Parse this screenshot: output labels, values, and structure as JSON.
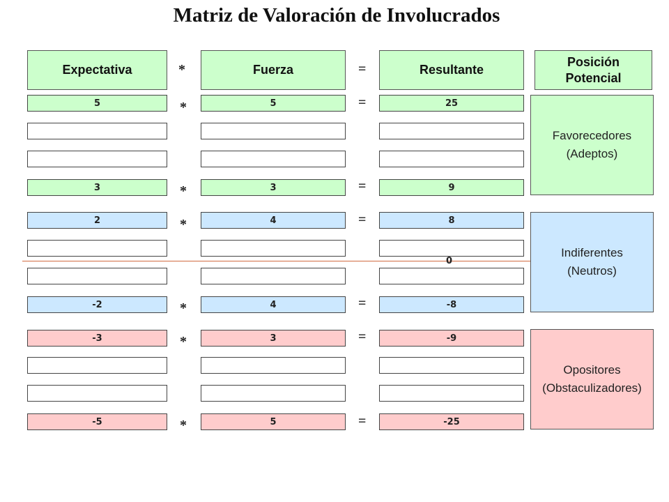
{
  "title": "Matriz de Valoración de Involucrados",
  "headers": {
    "expectativa": "Expectativa",
    "fuerza": "Fuerza",
    "resultante": "Resultante",
    "posicion_line1": "Posición",
    "posicion_line2": "Potencial",
    "mult_symbol": "*",
    "eq_symbol": "="
  },
  "rows": [
    {
      "expectativa": "5",
      "fuerza": "5",
      "resultante": "25",
      "mult": "*",
      "eq": "="
    },
    {
      "expectativa": "",
      "fuerza": "",
      "resultante": "",
      "mult": "",
      "eq": ""
    },
    {
      "expectativa": "",
      "fuerza": "",
      "resultante": "",
      "mult": "",
      "eq": ""
    },
    {
      "expectativa": "3",
      "fuerza": "3",
      "resultante": "9",
      "mult": "*",
      "eq": "="
    },
    {
      "expectativa": "2",
      "fuerza": "4",
      "resultante": "8",
      "mult": "*",
      "eq": "="
    },
    {
      "expectativa": "",
      "fuerza": "",
      "resultante": "",
      "mult": "",
      "eq": ""
    },
    {
      "expectativa": "",
      "fuerza": "",
      "resultante": "",
      "mult": "",
      "eq": ""
    },
    {
      "expectativa": "-2",
      "fuerza": "4",
      "resultante": "-8",
      "mult": "*",
      "eq": "="
    },
    {
      "expectativa": "-3",
      "fuerza": "3",
      "resultante": "-9",
      "mult": "*",
      "eq": "="
    },
    {
      "expectativa": "",
      "fuerza": "",
      "resultante": "",
      "mult": "",
      "eq": ""
    },
    {
      "expectativa": "",
      "fuerza": "",
      "resultante": "",
      "mult": "",
      "eq": ""
    },
    {
      "expectativa": "-5",
      "fuerza": "5",
      "resultante": "-25",
      "mult": "*",
      "eq": "="
    }
  ],
  "zero_label": "0",
  "positions": {
    "favorecedores_line1": "Favorecedores",
    "favorecedores_line2": "(Adeptos)",
    "indiferentes_line1": "Indiferentes",
    "indiferentes_line2": "(Neutros)",
    "opositores_line1": "Opositores",
    "opositores_line2": "(Obstaculizadores)"
  },
  "colors": {
    "favorable": "#ccffcc",
    "neutral": "#cce8ff",
    "opposed": "#ffcccc",
    "divider": "#d06a40"
  }
}
